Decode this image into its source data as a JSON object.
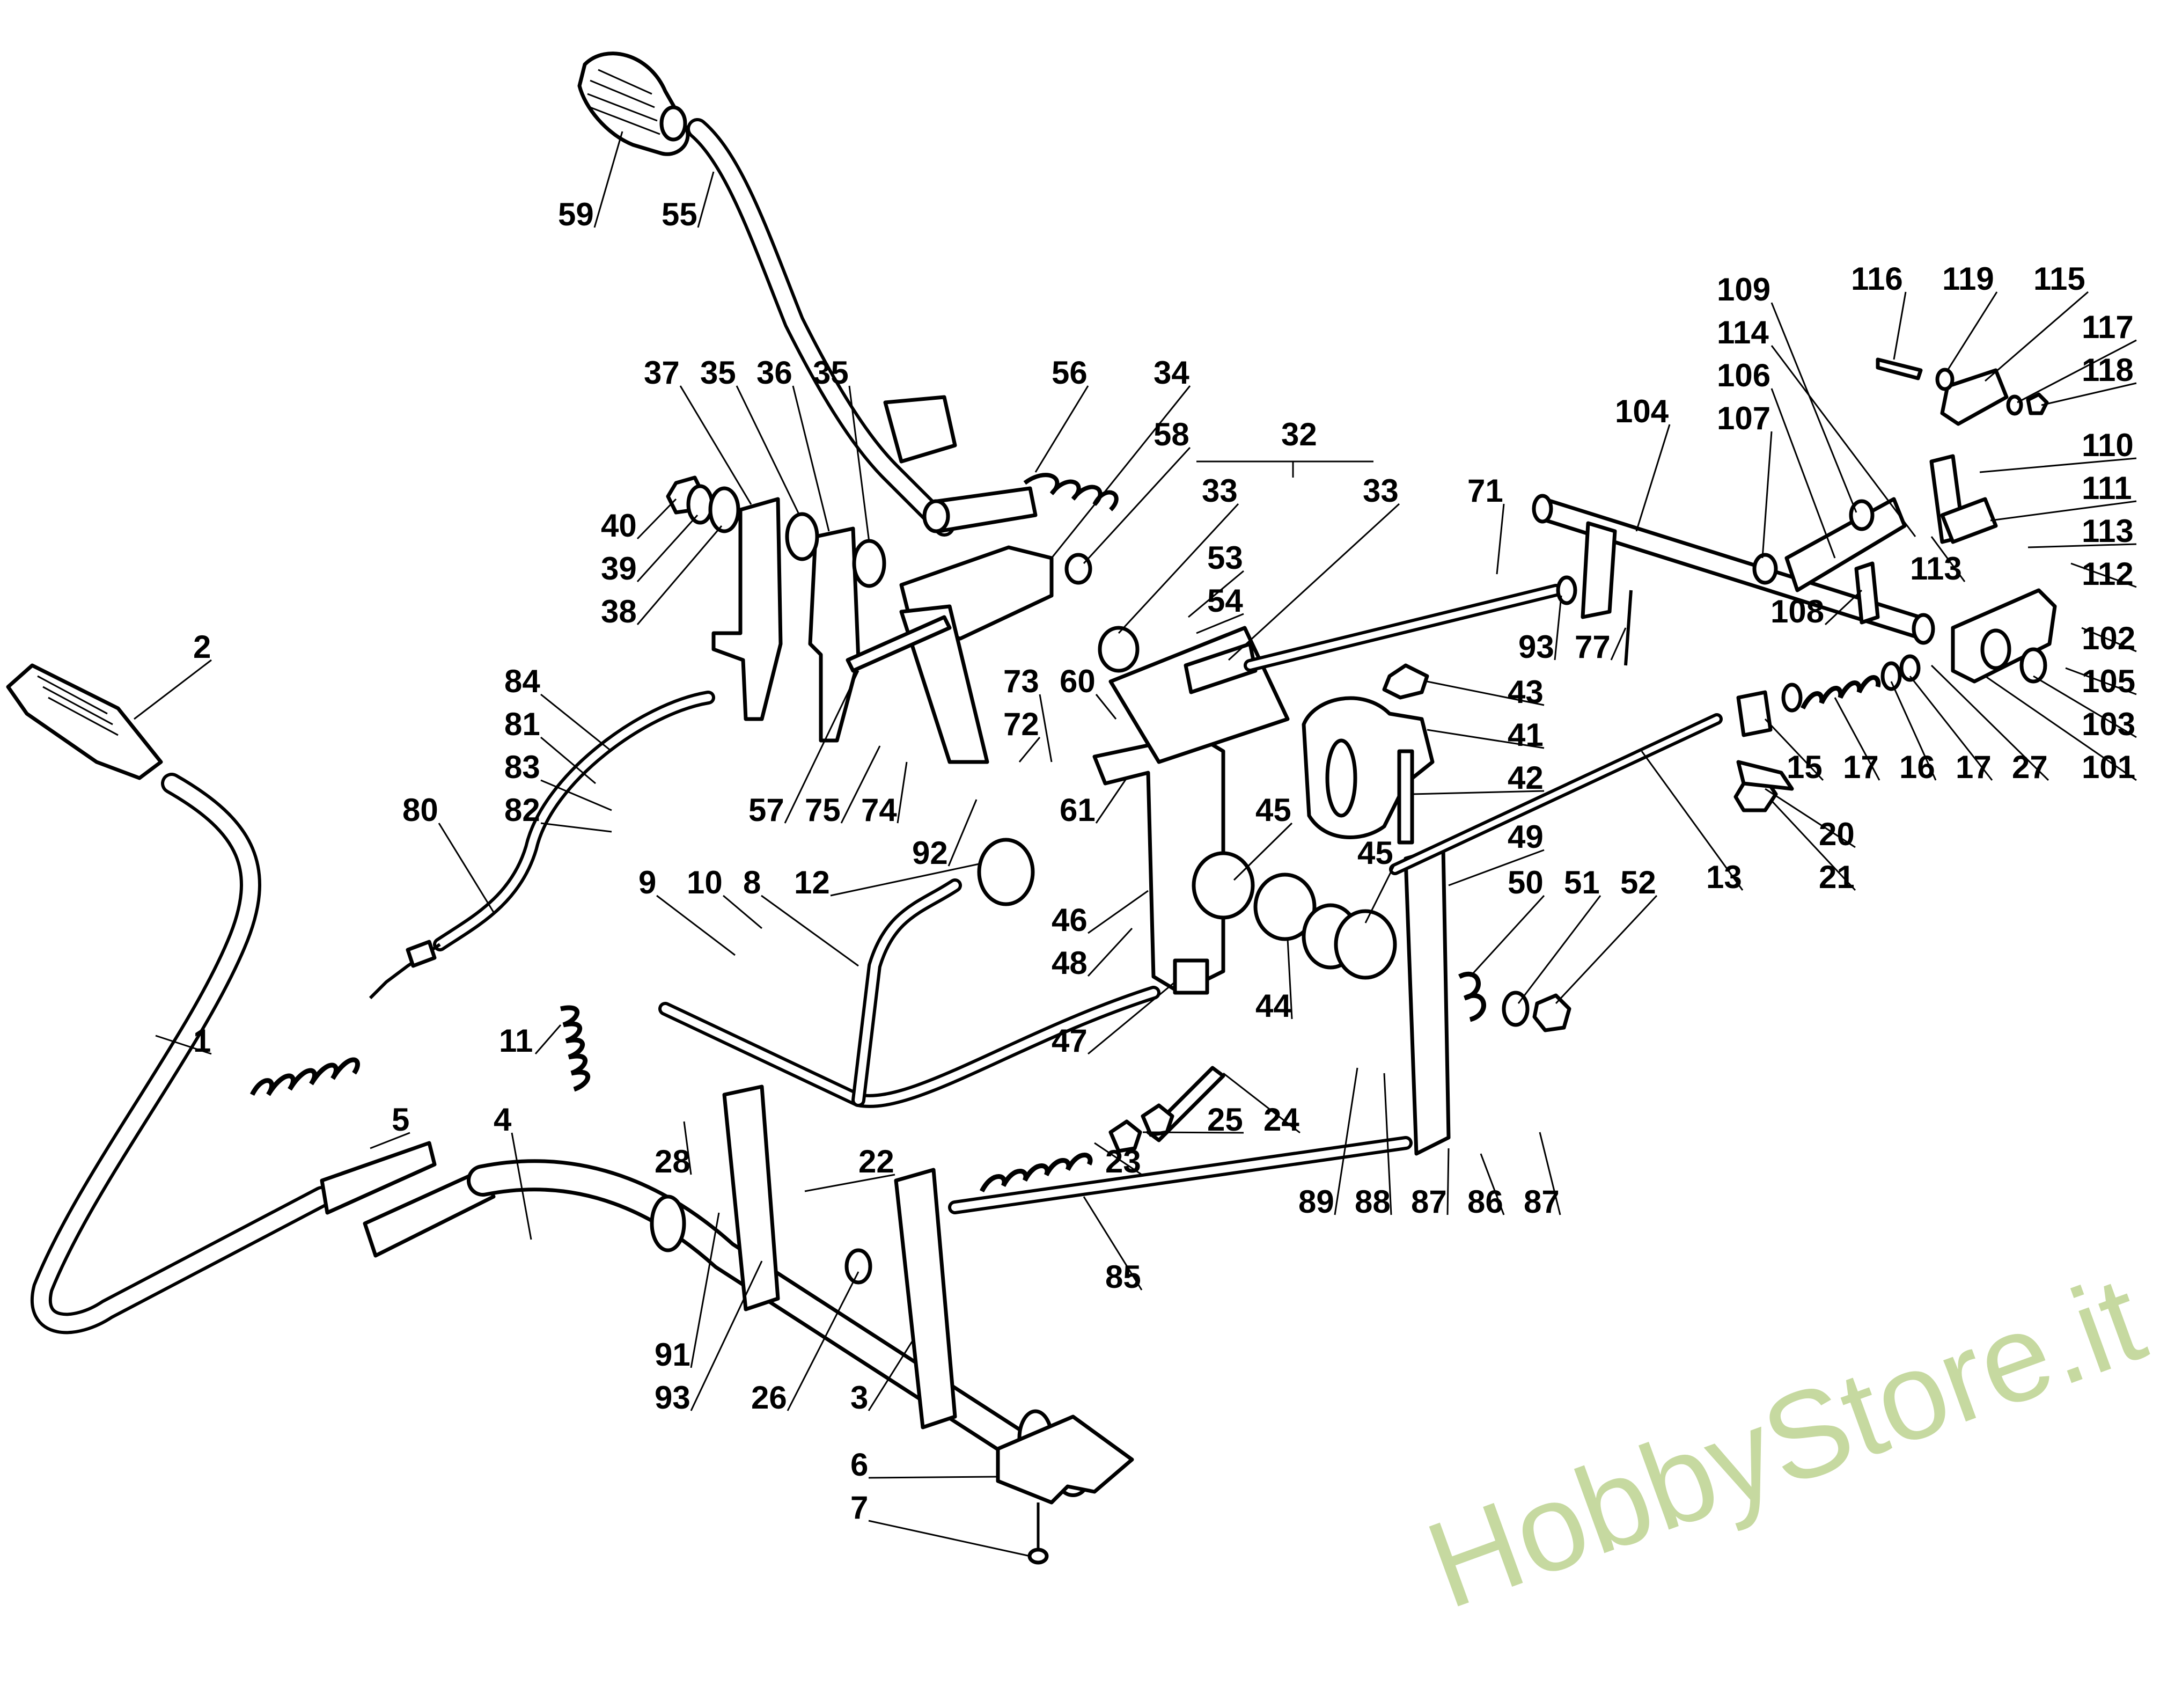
{
  "diagram": {
    "type": "exploded-parts-diagram",
    "watermark": "HobbyStore.it",
    "watermark_color": "#c6d9a0",
    "line_color": "#000000",
    "background": "#ffffff",
    "labels": [
      {
        "id": "l59",
        "text": "59"
      },
      {
        "id": "l55",
        "text": "55"
      },
      {
        "id": "l37",
        "text": "37"
      },
      {
        "id": "l35a",
        "text": "35"
      },
      {
        "id": "l36",
        "text": "36"
      },
      {
        "id": "l35b",
        "text": "35"
      },
      {
        "id": "l56",
        "text": "56"
      },
      {
        "id": "l34",
        "text": "34"
      },
      {
        "id": "l58",
        "text": "58"
      },
      {
        "id": "l32",
        "text": "32"
      },
      {
        "id": "l33a",
        "text": "33"
      },
      {
        "id": "l33b",
        "text": "33"
      },
      {
        "id": "l71",
        "text": "71"
      },
      {
        "id": "l104",
        "text": "104"
      },
      {
        "id": "l109",
        "text": "109"
      },
      {
        "id": "l114",
        "text": "114"
      },
      {
        "id": "l106",
        "text": "106"
      },
      {
        "id": "l107",
        "text": "107"
      },
      {
        "id": "l116",
        "text": "116"
      },
      {
        "id": "l119",
        "text": "119"
      },
      {
        "id": "l115",
        "text": "115"
      },
      {
        "id": "l117",
        "text": "117"
      },
      {
        "id": "l118",
        "text": "118"
      },
      {
        "id": "l110",
        "text": "110"
      },
      {
        "id": "l111",
        "text": "111"
      },
      {
        "id": "l113a",
        "text": "113"
      },
      {
        "id": "l112",
        "text": "112"
      },
      {
        "id": "l113b",
        "text": "113"
      },
      {
        "id": "l108",
        "text": "108"
      },
      {
        "id": "l102",
        "text": "102"
      },
      {
        "id": "l105",
        "text": "105"
      },
      {
        "id": "l103",
        "text": "103"
      },
      {
        "id": "l101",
        "text": "101"
      },
      {
        "id": "l15",
        "text": "15"
      },
      {
        "id": "l17a",
        "text": "17"
      },
      {
        "id": "l16",
        "text": "16"
      },
      {
        "id": "l17b",
        "text": "17"
      },
      {
        "id": "l27",
        "text": "27"
      },
      {
        "id": "l20",
        "text": "20"
      },
      {
        "id": "l21",
        "text": "21"
      },
      {
        "id": "l13",
        "text": "13"
      },
      {
        "id": "l40",
        "text": "40"
      },
      {
        "id": "l39",
        "text": "39"
      },
      {
        "id": "l38",
        "text": "38"
      },
      {
        "id": "l53",
        "text": "53"
      },
      {
        "id": "l54",
        "text": "54"
      },
      {
        "id": "l93a",
        "text": "93"
      },
      {
        "id": "l77",
        "text": "77"
      },
      {
        "id": "l43",
        "text": "43"
      },
      {
        "id": "l41",
        "text": "41"
      },
      {
        "id": "l42",
        "text": "42"
      },
      {
        "id": "l73",
        "text": "73"
      },
      {
        "id": "l60",
        "text": "60"
      },
      {
        "id": "l72",
        "text": "72"
      },
      {
        "id": "l84",
        "text": "84"
      },
      {
        "id": "l81",
        "text": "81"
      },
      {
        "id": "l83",
        "text": "83"
      },
      {
        "id": "l82",
        "text": "82"
      },
      {
        "id": "l80",
        "text": "80"
      },
      {
        "id": "l57",
        "text": "57"
      },
      {
        "id": "l75",
        "text": "75"
      },
      {
        "id": "l74",
        "text": "74"
      },
      {
        "id": "l61",
        "text": "61"
      },
      {
        "id": "l92",
        "text": "92"
      },
      {
        "id": "l45a",
        "text": "45"
      },
      {
        "id": "l45b",
        "text": "45"
      },
      {
        "id": "l49",
        "text": "49"
      },
      {
        "id": "l50",
        "text": "50"
      },
      {
        "id": "l51",
        "text": "51"
      },
      {
        "id": "l52",
        "text": "52"
      },
      {
        "id": "l9",
        "text": "9"
      },
      {
        "id": "l10",
        "text": "10"
      },
      {
        "id": "l8",
        "text": "8"
      },
      {
        "id": "l12",
        "text": "12"
      },
      {
        "id": "l46",
        "text": "46"
      },
      {
        "id": "l48",
        "text": "48"
      },
      {
        "id": "l44",
        "text": "44"
      },
      {
        "id": "l47",
        "text": "47"
      },
      {
        "id": "l2",
        "text": "2"
      },
      {
        "id": "l1",
        "text": "1"
      },
      {
        "id": "l11",
        "text": "11"
      },
      {
        "id": "l5",
        "text": "5"
      },
      {
        "id": "l4",
        "text": "4"
      },
      {
        "id": "l28",
        "text": "28"
      },
      {
        "id": "l22",
        "text": "22"
      },
      {
        "id": "l23",
        "text": "23"
      },
      {
        "id": "l25",
        "text": "25"
      },
      {
        "id": "l24",
        "text": "24"
      },
      {
        "id": "l89",
        "text": "89"
      },
      {
        "id": "l88",
        "text": "88"
      },
      {
        "id": "l87a",
        "text": "87"
      },
      {
        "id": "l86",
        "text": "86"
      },
      {
        "id": "l87b",
        "text": "87"
      },
      {
        "id": "l85",
        "text": "85"
      },
      {
        "id": "l91",
        "text": "91"
      },
      {
        "id": "l93b",
        "text": "93"
      },
      {
        "id": "l26",
        "text": "26"
      },
      {
        "id": "l3",
        "text": "3"
      },
      {
        "id": "l6",
        "text": "6"
      },
      {
        "id": "l7",
        "text": "7"
      }
    ]
  }
}
